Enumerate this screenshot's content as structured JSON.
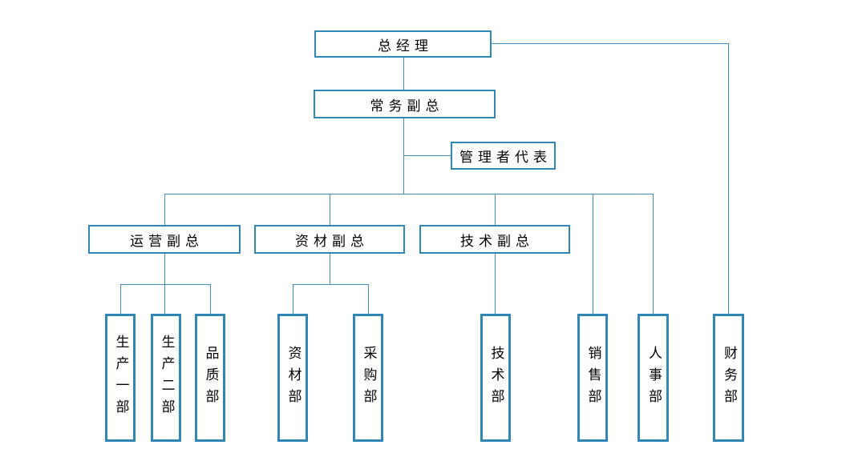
{
  "diagram": {
    "type": "org-chart",
    "colors": {
      "box_border": "#2e87b5",
      "connector": "#3d8fbd",
      "text": "#000000",
      "background": "#ffffff"
    },
    "nodes": [
      {
        "id": "general-manager",
        "label": "总经理",
        "level": 1
      },
      {
        "id": "executive-vice-president",
        "label": "常务副总",
        "level": 2
      },
      {
        "id": "management-representative",
        "label": "管理者代表",
        "level": 2
      },
      {
        "id": "operations-vp",
        "label": "运营副总",
        "level": 3
      },
      {
        "id": "materials-vp",
        "label": "资材副总",
        "level": 3
      },
      {
        "id": "technology-vp",
        "label": "技术副总",
        "level": 3
      },
      {
        "id": "production-dept-1",
        "label": "生产一部",
        "level": 4
      },
      {
        "id": "production-dept-2",
        "label": "生产二部",
        "level": 4
      },
      {
        "id": "quality-dept",
        "label": "品质部",
        "level": 4
      },
      {
        "id": "materials-dept",
        "label": "资材部",
        "level": 4
      },
      {
        "id": "purchasing-dept",
        "label": "采购部",
        "level": 4
      },
      {
        "id": "technology-dept",
        "label": "技术部",
        "level": 4
      },
      {
        "id": "sales-dept",
        "label": "销售部",
        "level": 4
      },
      {
        "id": "hr-dept",
        "label": "人事部",
        "level": 4
      },
      {
        "id": "finance-dept",
        "label": "财务部",
        "level": 4
      }
    ]
  }
}
